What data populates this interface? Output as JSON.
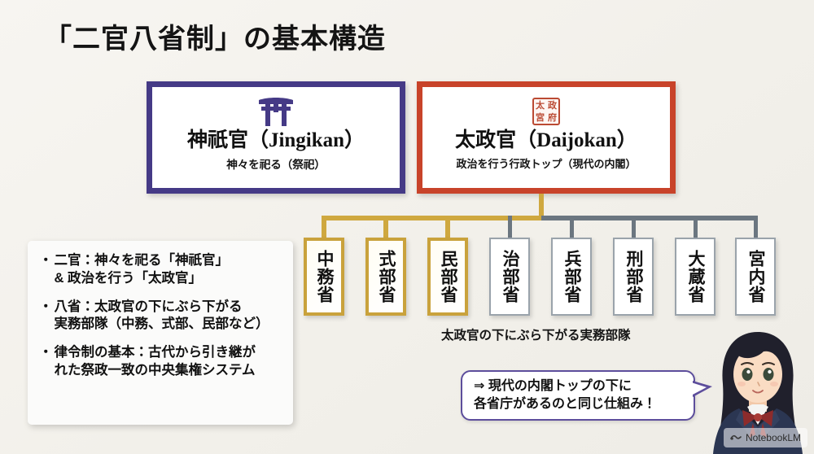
{
  "slide": {
    "title": "「二官八省制」の基本構造",
    "background_color": "#f4f2ee"
  },
  "organs": {
    "left": {
      "icon": "torii-gate-icon",
      "title": "神祇官（Jingikan）",
      "subtitle": "神々を祀る（祭祀）",
      "border_color": "#453a86"
    },
    "right": {
      "icon": "red-seal-icon",
      "seal_chars": [
        "太",
        "政",
        "宮",
        "府"
      ],
      "title": "太政官（Daijokan）",
      "subtitle": "政治を行う行政トップ（現代の内閣）",
      "border_color": "#c8432a"
    }
  },
  "ministries": {
    "caption": "太政官の下にぶら下がる実務部隊",
    "highlight_color": "#c9a23c",
    "normal_color": "#9aa3ab",
    "items": [
      {
        "label": "中務省",
        "style": "gold"
      },
      {
        "label": "式部省",
        "style": "gold"
      },
      {
        "label": "民部省",
        "style": "gold"
      },
      {
        "label": "治部省",
        "style": "gray"
      },
      {
        "label": "兵部省",
        "style": "gray"
      },
      {
        "label": "刑部省",
        "style": "gray"
      },
      {
        "label": "大蔵省",
        "style": "gray"
      },
      {
        "label": "宮内省",
        "style": "gray"
      }
    ]
  },
  "notes": {
    "items": [
      {
        "bullet": "・",
        "text": "二官：神々を祀る「神祇官」\n& 政治を行う「太政官」"
      },
      {
        "bullet": "・",
        "text": "八省：太政官の下にぶら下がる\n実務部隊（中務、式部、民部など）"
      },
      {
        "bullet": "・",
        "text": "律令制の基本：古代から引き継が\nれた祭政一致の中央集権システム"
      }
    ]
  },
  "speech": {
    "text": "⇒ 現代の内閣トップの下に\n各省庁があるのと同じ仕組み！",
    "border_color": "#5d4e9c"
  },
  "watermark": {
    "label": "NotebookLM",
    "icon": "notebooklm-icon"
  }
}
